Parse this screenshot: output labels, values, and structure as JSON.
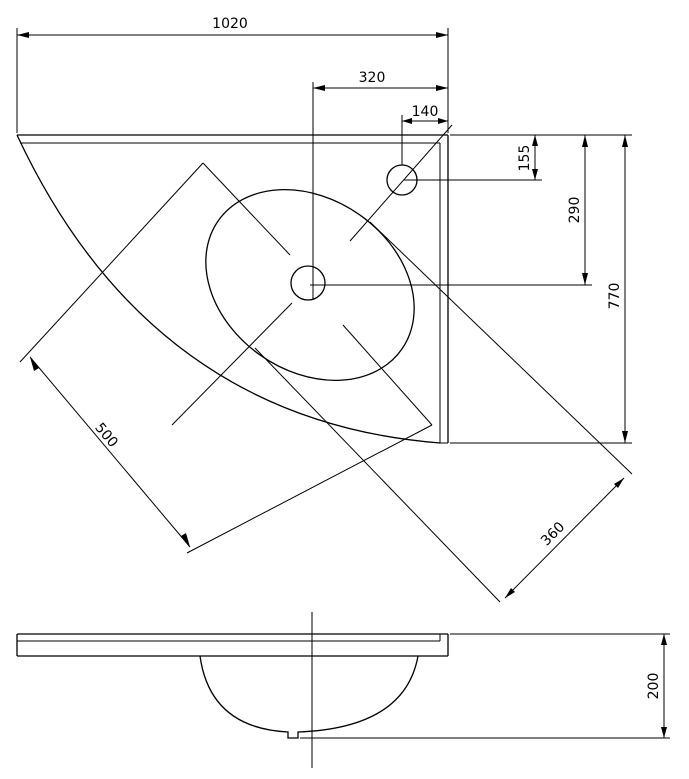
{
  "drawing": {
    "plan": {
      "dimensions": {
        "overall_width": "1020",
        "drain_offset": "320",
        "tap_offset_x": "140",
        "tap_offset_y": "155",
        "drain_offset_y": "290",
        "overall_depth": "770",
        "bowl_length": "500",
        "bowl_width": "360"
      }
    },
    "section": {
      "dimensions": {
        "height": "200"
      }
    }
  }
}
